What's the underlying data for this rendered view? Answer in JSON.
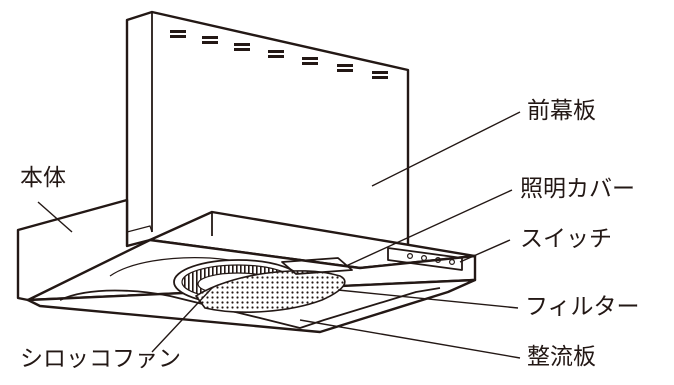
{
  "labels": {
    "front_panel": "前幕板",
    "body": "本体",
    "light_cover": "照明カバー",
    "switch": "スイッチ",
    "filter": "フィルター",
    "sirocco_fan": "シロッコファン",
    "rectifier_plate": "整流板"
  },
  "colors": {
    "line": "#231815",
    "background": "#ffffff"
  }
}
